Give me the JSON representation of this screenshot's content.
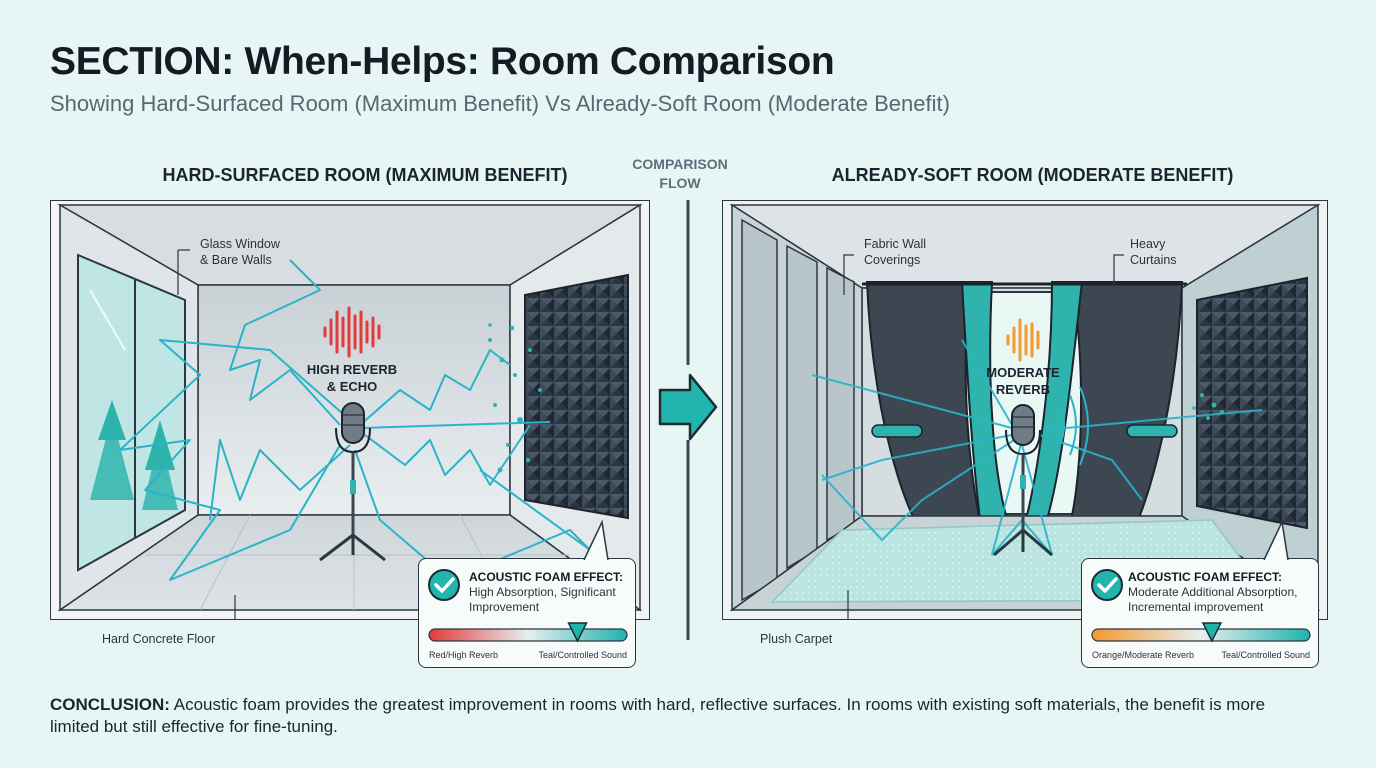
{
  "header": {
    "title": "SECTION: When-Helps: Room Comparison",
    "subtitle": "Showing Hard-Surfaced Room (Maximum Benefit) Vs Already-Soft Room (Moderate Benefit)"
  },
  "flow": {
    "label_line1": "COMPARISON",
    "label_line2": "FLOW"
  },
  "left_room": {
    "title": "HARD-SURFACED ROOM (MAXIMUM BENEFIT)",
    "callout_window_1": "Glass Window",
    "callout_window_2": "& Bare Walls",
    "callout_floor": "Hard Concrete Floor",
    "wave_label_1": "HIGH REVERB",
    "wave_label_2": "& ECHO",
    "effect": {
      "heading": "ACOUSTIC FOAM EFFECT:",
      "line1": "High Absorption, Significant",
      "line2": "Improvement",
      "scale_left": "Red/High Reverb",
      "scale_right": "Teal/Controlled Sound",
      "marker_level": 0.75
    }
  },
  "right_room": {
    "title": "ALREADY-SOFT ROOM (MODERATE BENEFIT)",
    "callout_fabric_1": "Fabric Wall",
    "callout_fabric_2": "Coverings",
    "callout_curtains_1": "Heavy",
    "callout_curtains_2": "Curtains",
    "callout_carpet": "Plush Carpet",
    "wave_label_1": "MODERATE",
    "wave_label_2": "REVERB",
    "effect": {
      "heading": "ACOUSTIC FOAM EFFECT:",
      "line1": "Moderate Additional Absorption,",
      "line2": "Incremental improvement",
      "scale_left": "Orange/Moderate Reverb",
      "scale_right": "Teal/Controlled Sound",
      "marker_level": 0.55
    }
  },
  "conclusion": {
    "label": "CONCLUSION:",
    "text": " Acoustic foam provides the greatest improvement in rooms with hard, reflective surfaces. In rooms with existing soft materials, the benefit is more limited but still effective for fine-tuning."
  },
  "colors": {
    "teal": "#1fb3ad",
    "red": "#e23b3b",
    "orange": "#f29a2e",
    "dark": "#2c3640"
  }
}
